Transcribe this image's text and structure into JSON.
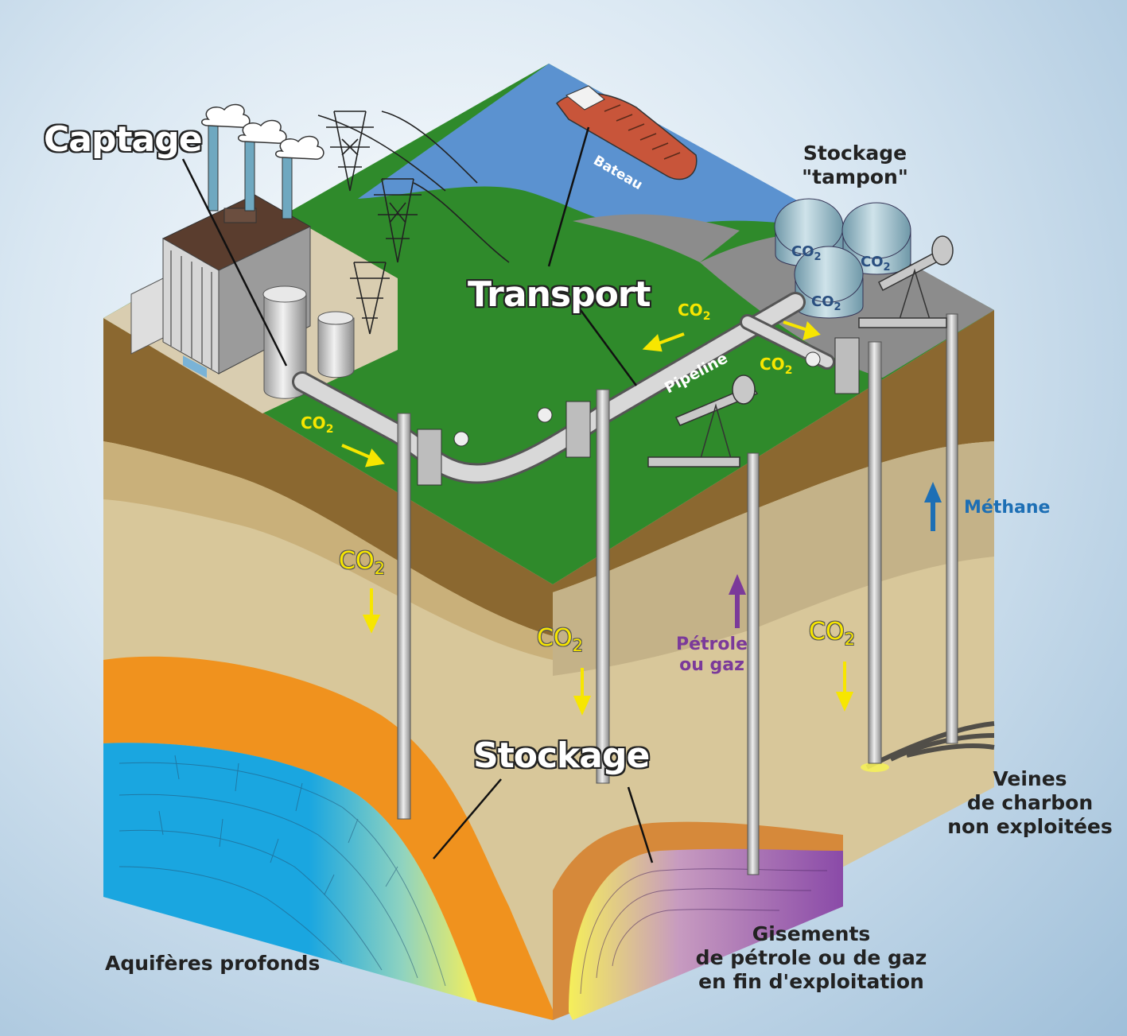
{
  "labels": {
    "captage": "Captage",
    "transport": "Transport",
    "stockage": "Stockage",
    "bateau": "Bateau",
    "pipeline": "Pipeline",
    "stockage_tampon_line1": "Stockage",
    "stockage_tampon_line2": "\"tampon\"",
    "methane": "Méthane",
    "petrole_line1": "Pétrole",
    "petrole_line2": "ou gaz",
    "veines_line1": "Veines",
    "veines_line2": "de charbon",
    "veines_line3": "non exploitées",
    "aquiferes": "Aquifères profonds",
    "gisements_line1": "Gisements",
    "gisements_line2": "de pétrole ou de gaz",
    "gisements_line3": "en fin d'exploitation"
  },
  "co2": {
    "main": "CO",
    "sub": "2"
  },
  "tank_label": {
    "main": "CO",
    "sub": "2"
  },
  "colors": {
    "grass": "#2f8a2b",
    "sea": "#5b92d0",
    "topsoil": "#8b6830",
    "sand": "#d8c79a",
    "orange_layer": "#f0921e",
    "aquifer": "#1aa6e0",
    "oil_gas": "#8a4aa8",
    "co2_arrow": "#f7e600",
    "methane_arrow": "#1d6fb5",
    "petrole_arrow": "#7b3a9a"
  }
}
